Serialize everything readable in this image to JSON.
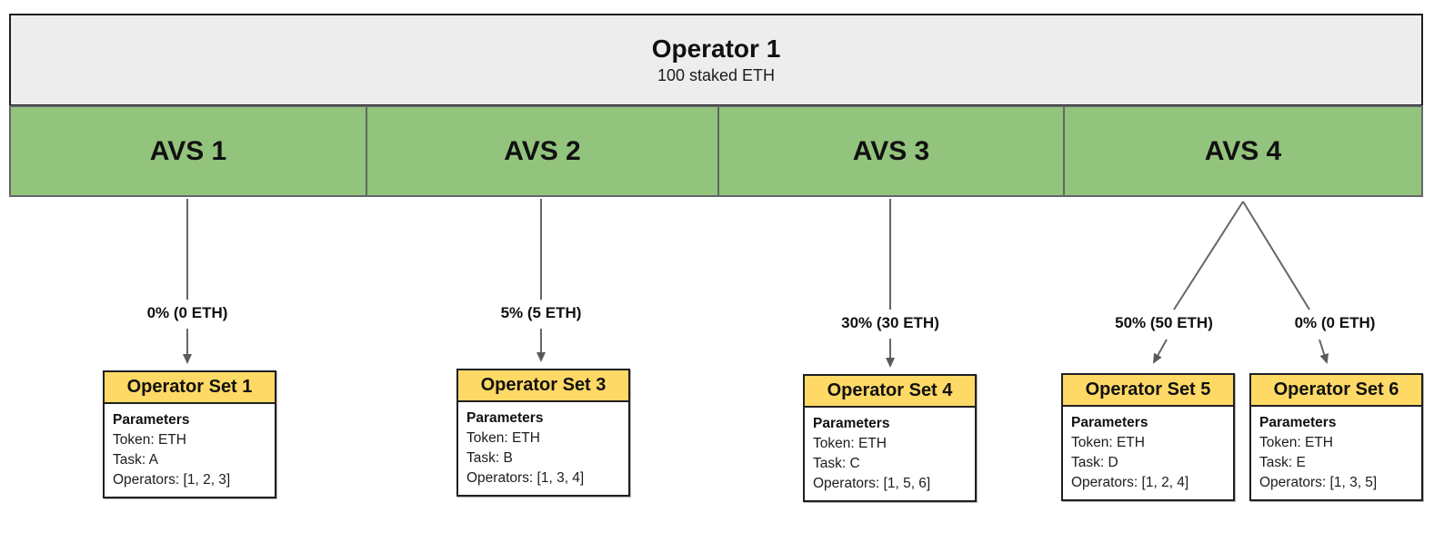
{
  "operator": {
    "title": "Operator 1",
    "stake": "100 staked ETH"
  },
  "avs_segments": [
    {
      "label": "AVS 1"
    },
    {
      "label": "AVS 2"
    },
    {
      "label": "AVS 3"
    },
    {
      "label": "AVS 4"
    }
  ],
  "allocations": [
    {
      "from": "AVS 1",
      "label": "0% (0 ETH)",
      "to": "Operator Set 1"
    },
    {
      "from": "AVS 2",
      "label": "5% (5 ETH)",
      "to": "Operator Set 3"
    },
    {
      "from": "AVS 3",
      "label": "30% (30 ETH)",
      "to": "Operator Set 4"
    },
    {
      "from": "AVS 4",
      "label": "50% (50 ETH)",
      "to": "Operator Set 5"
    },
    {
      "from": "AVS 4",
      "label": "0% (0 ETH)",
      "to": "Operator Set 6"
    }
  ],
  "operator_sets": [
    {
      "title": "Operator Set 1",
      "heading": "Parameters",
      "token": "Token: ETH",
      "task": "Task: A",
      "operators": "Operators: [1, 2, 3]"
    },
    {
      "title": "Operator Set 3",
      "heading": "Parameters",
      "token": "Token: ETH",
      "task": "Task: B",
      "operators": "Operators: [1, 3, 4]"
    },
    {
      "title": "Operator Set 4",
      "heading": "Parameters",
      "token": "Token: ETH",
      "task": "Task: C",
      "operators": "Operators: [1, 5, 6]"
    },
    {
      "title": "Operator Set 5",
      "heading": "Parameters",
      "token": "Token: ETH",
      "task": "Task: D",
      "operators": "Operators: [1, 2, 4]"
    },
    {
      "title": "Operator Set 6",
      "heading": "Parameters",
      "token": "Token: ETH",
      "task": "Task: E",
      "operators": "Operators: [1, 3, 5]"
    }
  ],
  "colors": {
    "avs_green": "#93c47d",
    "set_header_yellow": "#ffd966",
    "operator_gray": "#ededed",
    "connector_gray": "#666666",
    "border_dark": "#1f1f1f"
  }
}
